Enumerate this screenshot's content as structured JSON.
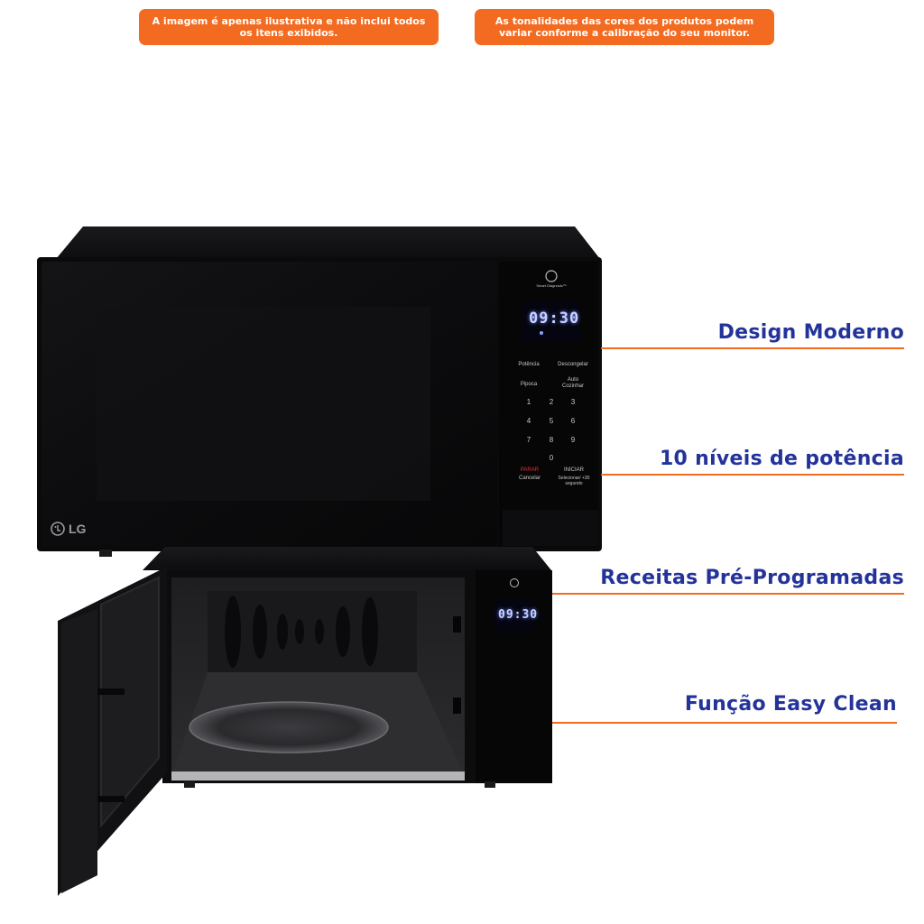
{
  "notices": [
    "A imagem é apenas ilustrativa e não inclui todos os itens exibidos.",
    "As tonalidades das cores dos produtos podem variar conforme a calibração do seu monitor."
  ],
  "features": [
    "Design Moderno",
    "10 níveis de potência",
    "Receitas Pré-Programadas",
    "Função Easy Clean"
  ],
  "product": {
    "brand": "LG",
    "display_time": "09:30",
    "panel": {
      "smart_diagnosis": "Smart Diagnosis™",
      "potencia": "Potência",
      "descongelar": "Descongelar",
      "pipoca": "Pipoca",
      "auto_cozinhar": "Auto Cozinhar",
      "keys": [
        "1",
        "2",
        "3",
        "4",
        "5",
        "6",
        "7",
        "8",
        "9",
        "0"
      ],
      "parar": "PARAR",
      "cancelar": "Cancelar",
      "iniciar": "INICIAR",
      "selecionar": "Selecionar/ +30 segundo"
    }
  },
  "colors": {
    "accent": "#f26b21",
    "feature_text": "#23339a",
    "appliance": "#0b0b0c"
  }
}
